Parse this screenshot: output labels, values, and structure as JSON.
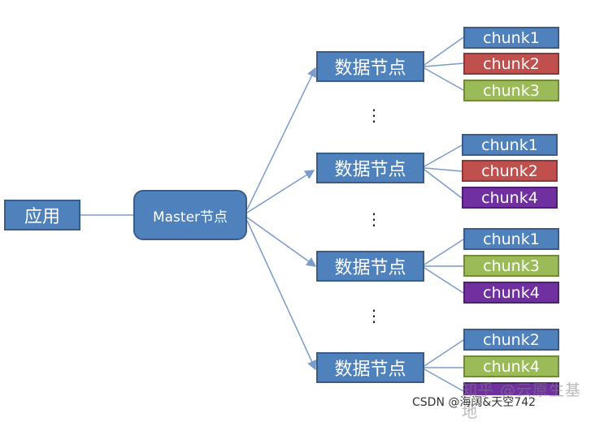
{
  "diagram": {
    "app": {
      "label": "应用"
    },
    "master": {
      "label": "Master节点"
    },
    "data_nodes": [
      {
        "label": "数据节点",
        "chunks": [
          {
            "label": "chunk1",
            "color": "#4f81bd"
          },
          {
            "label": "chunk2",
            "color": "#c0504d"
          },
          {
            "label": "chunk3",
            "color": "#9bbb59"
          }
        ]
      },
      {
        "label": "数据节点",
        "chunks": [
          {
            "label": "chunk1",
            "color": "#4f81bd"
          },
          {
            "label": "chunk2",
            "color": "#c0504d"
          },
          {
            "label": "chunk4",
            "color": "#7030a0"
          }
        ]
      },
      {
        "label": "数据节点",
        "chunks": [
          {
            "label": "chunk1",
            "color": "#4f81bd"
          },
          {
            "label": "chunk3",
            "color": "#9bbb59"
          },
          {
            "label": "chunk4",
            "color": "#7030a0"
          }
        ]
      },
      {
        "label": "数据节点",
        "chunks": [
          {
            "label": "chunk2",
            "color": "#4f81bd"
          },
          {
            "label": "chunk4",
            "color": "#9bbb59"
          }
        ]
      }
    ],
    "ellipsis": "⋮",
    "colors": {
      "box_fill": "#4f81bd",
      "box_border": "#385d8a",
      "line": "#7a9ccb"
    }
  },
  "watermark": {
    "faint": "知乎 @云原生基地",
    "text": "CSDN @海阔&天空742"
  }
}
